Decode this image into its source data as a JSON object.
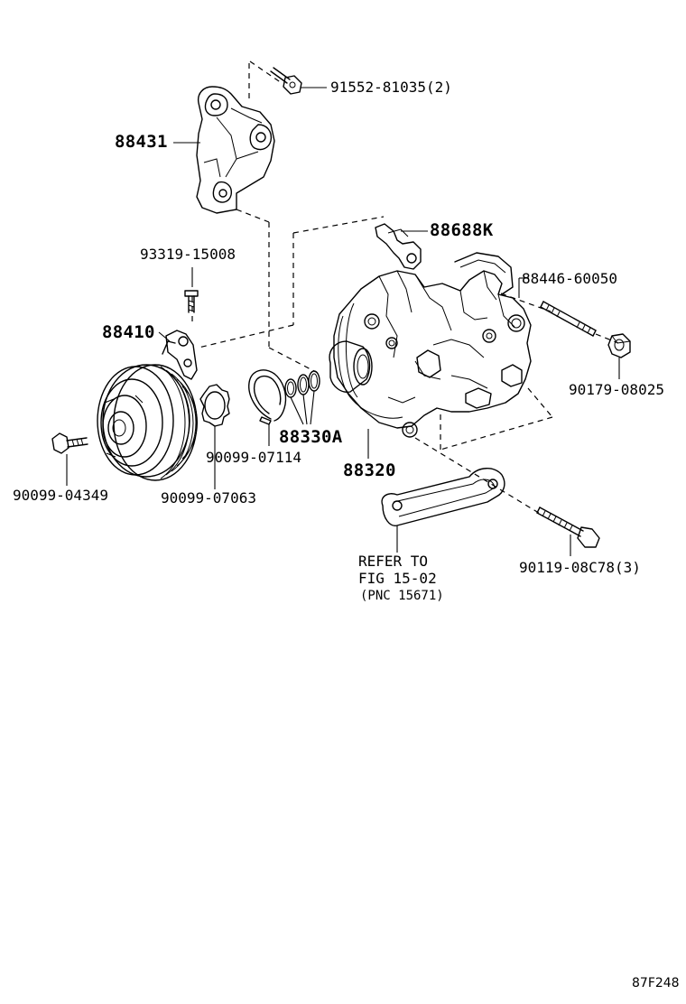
{
  "diagram": {
    "parts": {
      "bolt_bracket": "91552-81035(2)",
      "bracket": "88431",
      "screw": "93319-15008",
      "clutch_assy": "88410",
      "clutch_bolt": "90099-04349",
      "shim": "90099-07063",
      "snap_ring": "90099-07114",
      "oring_kit": "88330A",
      "compressor": "88320",
      "sensor": "88688K",
      "stud": "88446-60050",
      "nut": "90179-08025",
      "mount_bolt": "90119-08C78(3)"
    },
    "reference": {
      "line1": "REFER TO",
      "line2": "FIG 15-02",
      "line3": "(PNC 15671)"
    },
    "figure_code": "87F248"
  }
}
